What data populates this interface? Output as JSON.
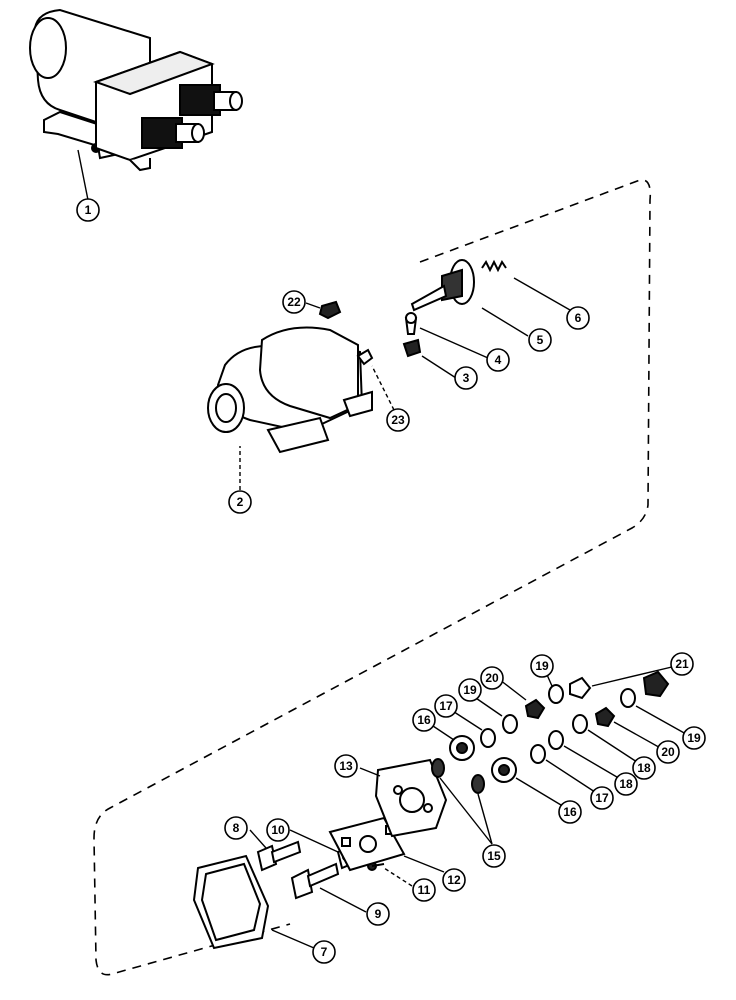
{
  "diagram": {
    "callouts": [
      {
        "id": "c1",
        "label": "1"
      },
      {
        "id": "c2",
        "label": "2"
      },
      {
        "id": "c3",
        "label": "3"
      },
      {
        "id": "c4",
        "label": "4"
      },
      {
        "id": "c5",
        "label": "5"
      },
      {
        "id": "c6",
        "label": "6"
      },
      {
        "id": "c7",
        "label": "7"
      },
      {
        "id": "c8",
        "label": "8"
      },
      {
        "id": "c9",
        "label": "9"
      },
      {
        "id": "c10",
        "label": "10"
      },
      {
        "id": "c11",
        "label": "11"
      },
      {
        "id": "c12",
        "label": "12"
      },
      {
        "id": "c13",
        "label": "13"
      },
      {
        "id": "c15",
        "label": "15"
      },
      {
        "id": "c16a",
        "label": "16"
      },
      {
        "id": "c16b",
        "label": "16"
      },
      {
        "id": "c17a",
        "label": "17"
      },
      {
        "id": "c17b",
        "label": "17"
      },
      {
        "id": "c18a",
        "label": "18"
      },
      {
        "id": "c18b",
        "label": "18"
      },
      {
        "id": "c19a",
        "label": "19"
      },
      {
        "id": "c19b",
        "label": "19"
      },
      {
        "id": "c19c",
        "label": "19"
      },
      {
        "id": "c20a",
        "label": "20"
      },
      {
        "id": "c20b",
        "label": "20"
      },
      {
        "id": "c21",
        "label": "21"
      },
      {
        "id": "c22",
        "label": "22"
      },
      {
        "id": "c23",
        "label": "23"
      }
    ]
  }
}
